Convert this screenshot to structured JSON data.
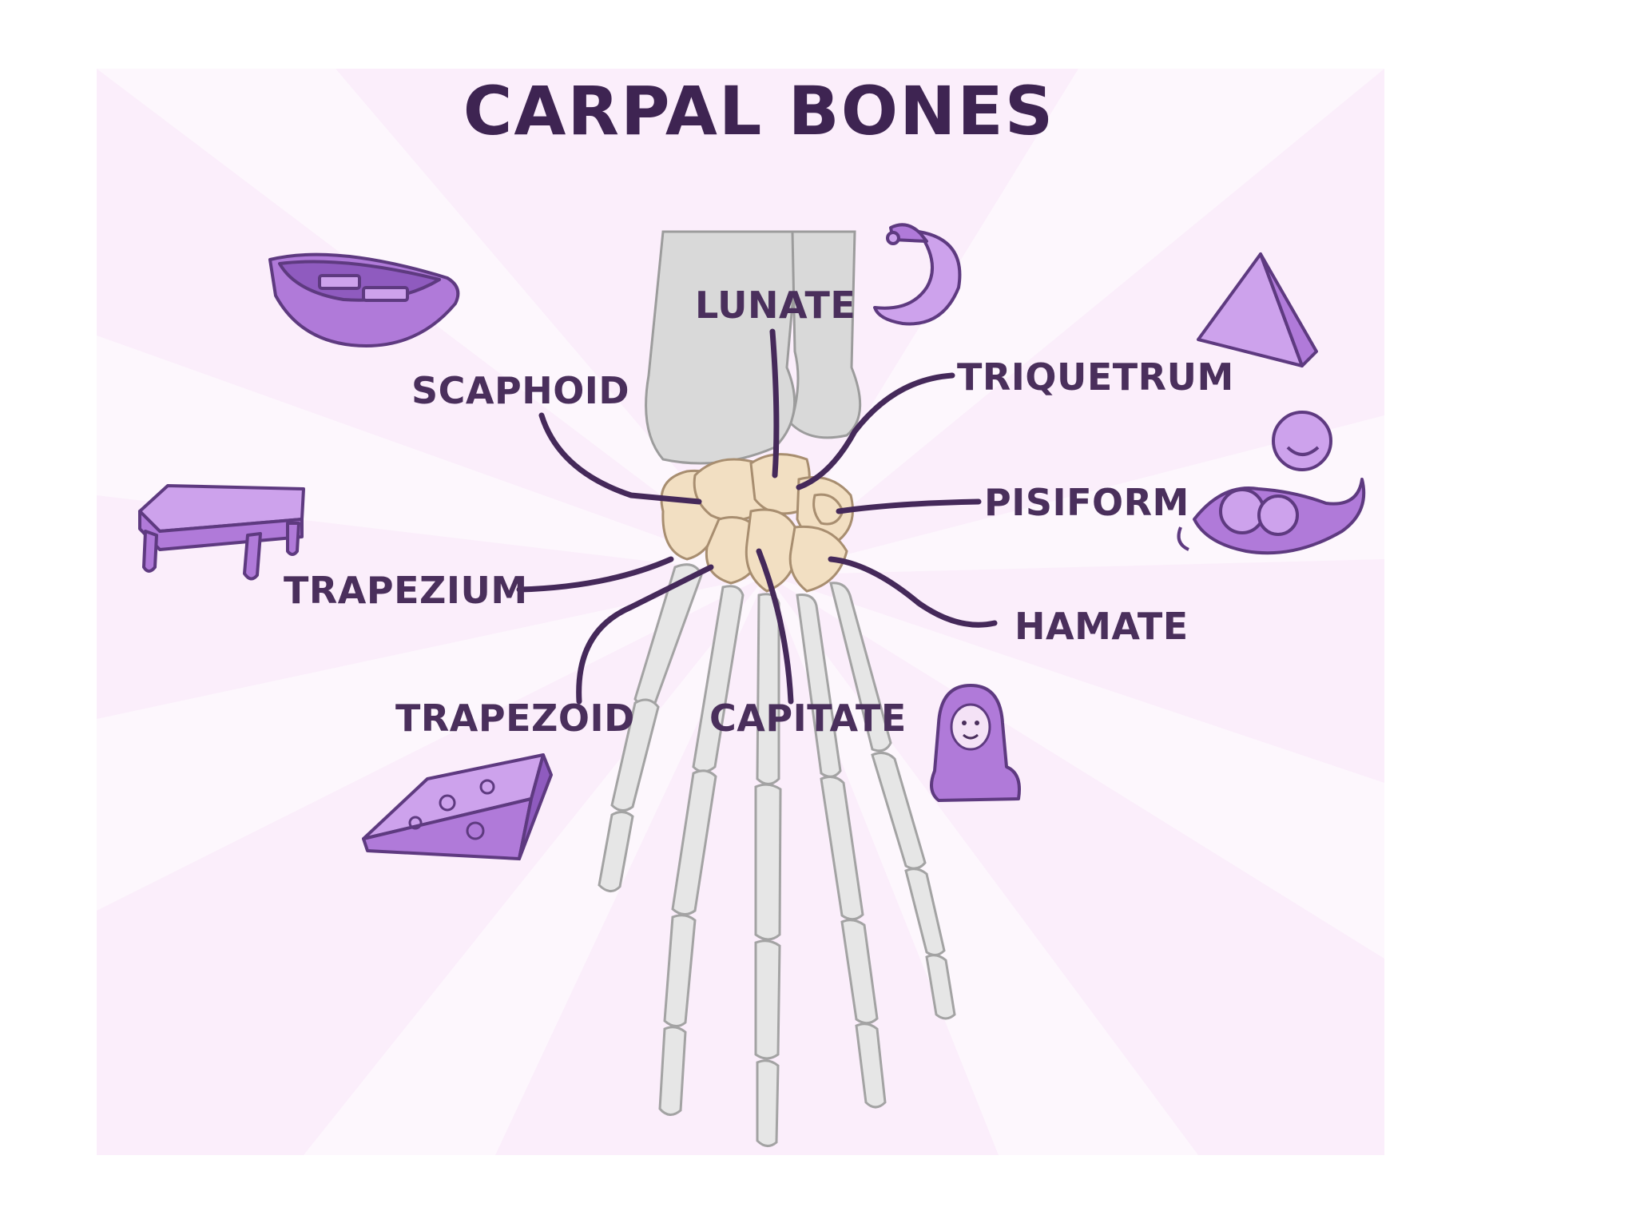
{
  "title": "CARPAL BONES",
  "labels": {
    "lunate": "LUNATE",
    "scaphoid": "SCAPHOID",
    "triquetrum": "TRIQUETRUM",
    "pisiform": "PISIFORM",
    "trapezium": "TRAPEZIUM",
    "hamate": "HAMATE",
    "trapezoid": "TRAPEZOID",
    "capitate": "CAPITATE"
  },
  "mnemonic_icons": {
    "scaphoid": "boat-icon",
    "lunate": "crescent-moon-icon",
    "triquetrum": "pyramid-icon",
    "pisiform": "pea-pod-icon",
    "trapezium": "table-icon",
    "hamate": "hooded-figure-icon",
    "trapezoid": "cheese-wedge-icon"
  },
  "colors": {
    "background": "#fbeefb",
    "title_text": "#3e2452",
    "label_text": "#4a2f5c",
    "icon_purple": "#b07ad9",
    "carpal_beige": "#f2dfc2",
    "bone_grey": "#d9d9d9"
  }
}
